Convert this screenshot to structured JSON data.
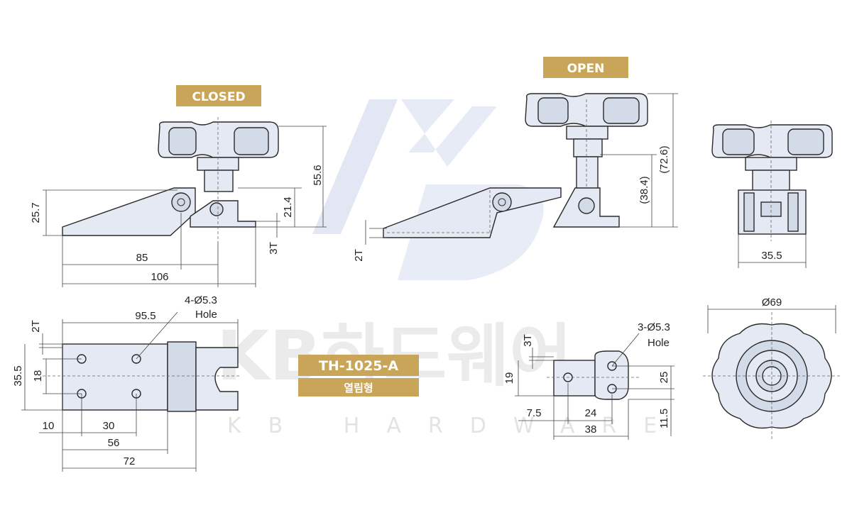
{
  "labels": {
    "closed": "CLOSED",
    "open": "OPEN",
    "model": "TH-1025-A",
    "model_sub": "열림형"
  },
  "watermark": {
    "main": "KB하드웨어",
    "sub": "KB HARDWARE"
  },
  "dimensions": {
    "closed_height": "55.6",
    "closed_base_height": "25.7",
    "closed_pivot": "21.4",
    "closed_thickness": "3T",
    "closed_len_85": "85",
    "closed_len_106": "106",
    "open_thickness": "2T",
    "open_stem": "(38.4)",
    "open_total": "(72.6)",
    "side_width": "35.5",
    "top_len_95": "95.5",
    "top_holes": "4-Ø5.3",
    "top_holes_word": "Hole",
    "top_2t": "2T",
    "top_35": "35.5",
    "top_18": "18",
    "top_10": "10",
    "top_30": "30",
    "top_56": "56",
    "top_72": "72",
    "small_holes": "3-Ø5.3",
    "small_holes_word": "Hole",
    "small_3t": "3T",
    "small_19": "19",
    "small_25": "25",
    "small_7_5": "7.5",
    "small_24": "24",
    "small_38": "38",
    "small_11_5": "11.5",
    "knob_dia": "Ø69"
  },
  "colors": {
    "badge": "#c9a55a",
    "part_fill": "#e4e9f3",
    "watermark_blue": "#6d84c4"
  }
}
